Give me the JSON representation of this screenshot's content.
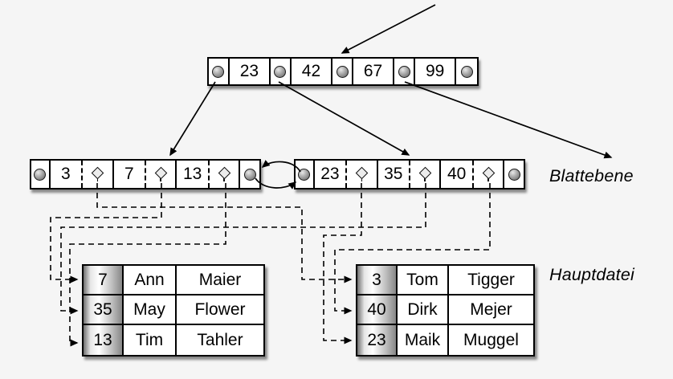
{
  "diagram": {
    "type": "bplus-tree-index",
    "root_node": {
      "keys": [
        "23",
        "42",
        "67",
        "99"
      ]
    },
    "leaf_left": {
      "keys": [
        "3",
        "7",
        "13"
      ]
    },
    "leaf_right": {
      "keys": [
        "23",
        "35",
        "40"
      ]
    },
    "labels": {
      "leaf_level": "Blattebene",
      "main_file": "Hauptdatei"
    },
    "table_left": {
      "rows": [
        [
          "7",
          "Ann",
          "Maier"
        ],
        [
          "35",
          "May",
          "Flower"
        ],
        [
          "13",
          "Tim",
          "Tahler"
        ]
      ]
    },
    "table_right": {
      "rows": [
        [
          "3",
          "Tom",
          "Tigger"
        ],
        [
          "40",
          "Dirk",
          "Mejer"
        ],
        [
          "23",
          "Maik",
          "Muggel"
        ]
      ]
    },
    "colors": {
      "background": "#f5f5f5",
      "box_fill": "#ffffff",
      "line": "#000000"
    }
  }
}
